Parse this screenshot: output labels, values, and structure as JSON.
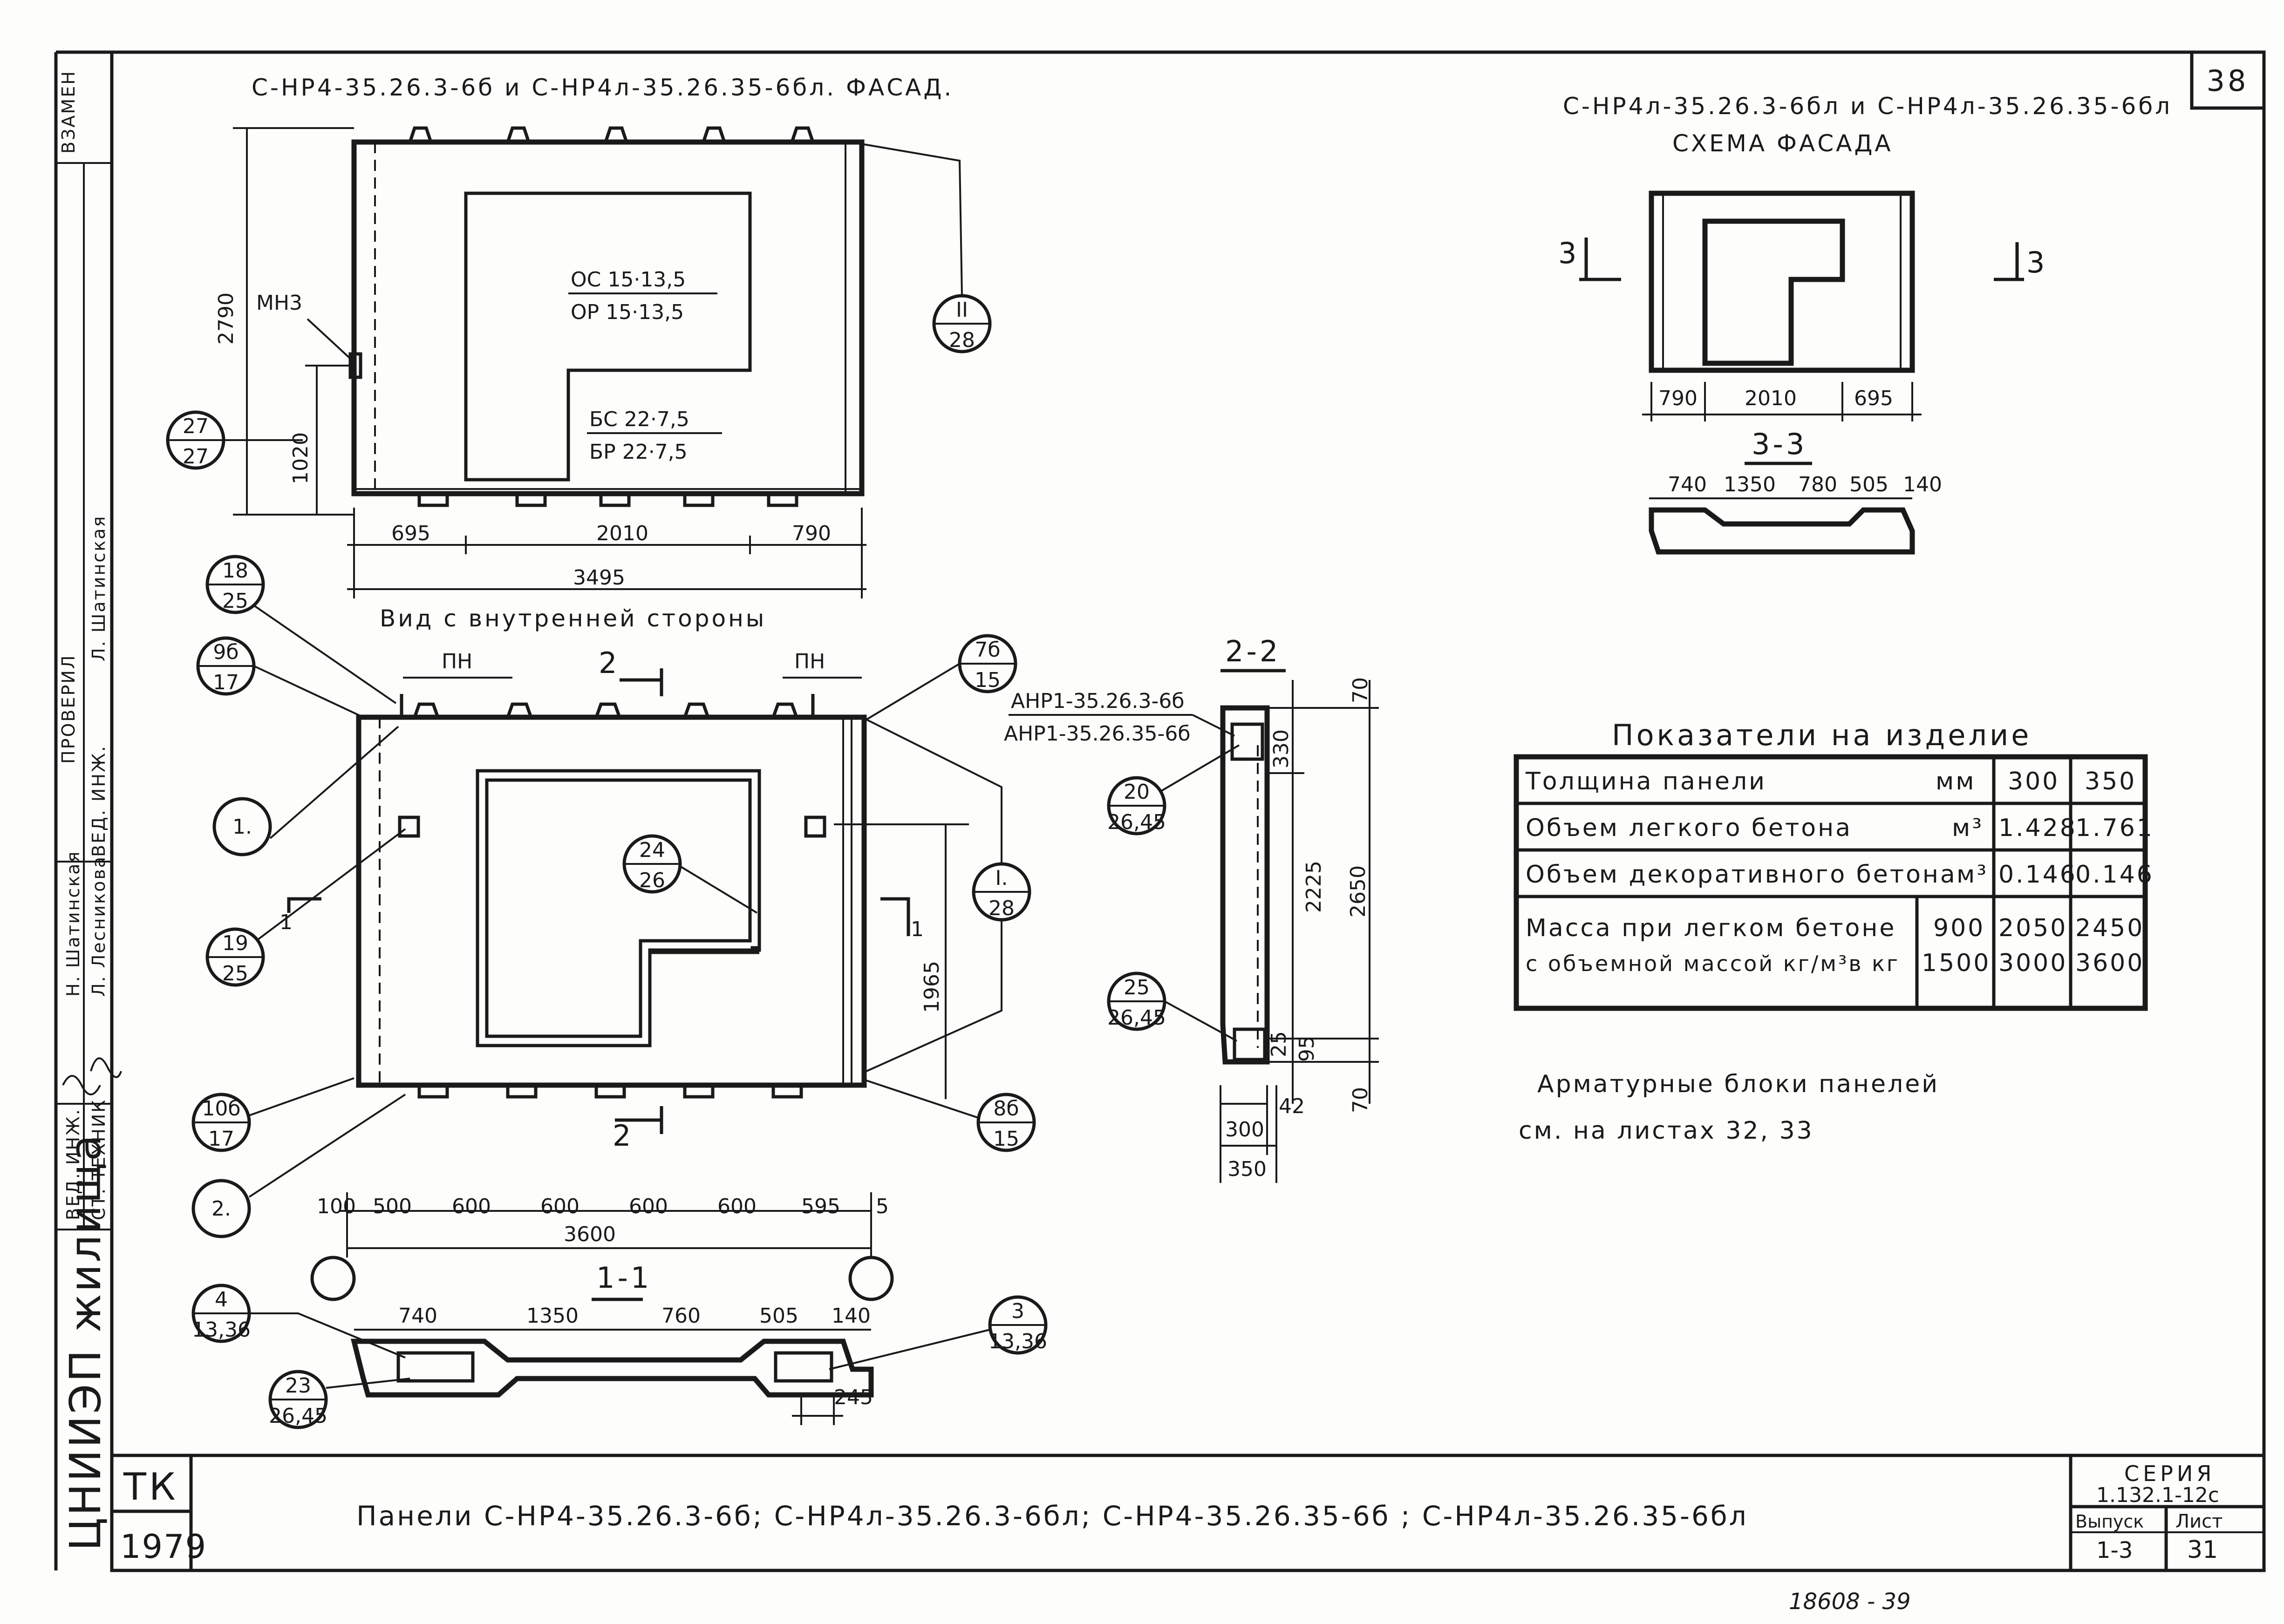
{
  "sheet_number": "38",
  "facade": {
    "title": "С-НР4-35.26.3-6б и С-НР4л-35.26.35-6бл. ФАСАД.",
    "window_os": "ОС 15·13,5",
    "window_or": "ОР 15·13,5",
    "door_bs": "БС 22·7,5",
    "door_br": "БР 22·7,5",
    "mn_label": "МН3",
    "dim_height": "2790",
    "dim_1020": "1020",
    "dims_bottom": [
      "695",
      "2010",
      "790"
    ],
    "dim_total": "3495",
    "callout_27": [
      "27",
      "27"
    ],
    "callout_ii": [
      "II",
      "28"
    ]
  },
  "inner_view": {
    "title": "Вид с внутренней стороны",
    "pn_left": "ПН",
    "pn_right": "ПН",
    "section_mark_2": "2",
    "section_mark_1": "1",
    "dim_1965": "1965",
    "dims_bottom": [
      "100",
      "500",
      "600",
      "600",
      "600",
      "600",
      "595",
      "5"
    ],
    "dim_total": "3600",
    "anr_1": "АНР1-35.26.3-6б",
    "anr_2": "АНР1-35.26.35-6б",
    "callouts": [
      [
        "18",
        "25"
      ],
      [
        "9б",
        "17"
      ],
      [
        "1.",
        ""
      ],
      [
        "19",
        "25"
      ],
      [
        "10б",
        "17"
      ],
      [
        "2.",
        ""
      ],
      [
        "7б",
        "15"
      ],
      [
        "I.",
        "28"
      ],
      [
        "8б",
        "15"
      ],
      [
        "24",
        "26"
      ]
    ]
  },
  "section_11": {
    "title": "1-1",
    "dims": [
      "740",
      "1350",
      "760",
      "505",
      "140"
    ],
    "dim_245": "245",
    "callouts": [
      [
        "4",
        "13,36"
      ],
      [
        "3",
        "13,36"
      ],
      [
        "23",
        "26,45"
      ]
    ]
  },
  "section_22": {
    "title": "2-2",
    "dims_vert": [
      "70",
      "330",
      "2225",
      "2650",
      "25",
      "95",
      "70"
    ],
    "dim_42": "42",
    "dims_bottom": [
      "300",
      "350"
    ],
    "callouts": [
      [
        "20",
        "26,45"
      ],
      [
        "25",
        "26,45"
      ]
    ]
  },
  "scheme": {
    "title_line1": "С-НР4л-35.26.3-6бл и С-НР4л-35.26.35-6бл",
    "title_line2": "СХЕМА ФАСАДА",
    "section_mark": "3",
    "dims": [
      "790",
      "2010",
      "695"
    ],
    "section_title": "3-3",
    "section_dims": [
      "740",
      "1350",
      "780",
      "505",
      "140"
    ]
  },
  "table": {
    "title": "Показатели на изделие",
    "rows": [
      {
        "label": "Толщина панели",
        "unit": "мм",
        "sub": "",
        "v1": "300",
        "v2": "350"
      },
      {
        "label": "Объем легкого бетона",
        "unit": "м³",
        "sub": "",
        "v1": "1.428",
        "v2": "1.761"
      },
      {
        "label": "Объем декоративного бетона",
        "unit": "м³",
        "sub": "",
        "v1": "0.146",
        "v2": "0.146"
      }
    ],
    "mass_label_1": "Масса при легком бетоне",
    "mass_label_2": "с объемной массой кг/м³в кг",
    "mass_rows": [
      {
        "density": "900",
        "v1": "2050",
        "v2": "2450"
      },
      {
        "density": "1500",
        "v1": "3000",
        "v2": "3600"
      }
    ]
  },
  "note_1": "Арматурные блоки панелей",
  "note_2": "см. на листах 32, 33",
  "title_block": {
    "org": "ЦНИИЭП жилища",
    "tk": "ТК",
    "year": "1979",
    "title": "Панели С-НР4-35.26.3-6б; С-НР4л-35.26.3-6бл; С-НР4-35.26.35-6б ; С-НР4л-35.26.35-6бл",
    "series_label": "СЕРИЯ",
    "series_value": "1.132.1-12с",
    "issue_label": "Выпуск",
    "issue_value": "1-3",
    "sheet_label": "Лист",
    "sheet_value": "31"
  },
  "side_stamp": {
    "vzamen": "ВЗАМЕН",
    "proveril": "ПРОВЕРИЛ",
    "role_1": "ВЕД. ИНЖ.",
    "role_2": "СТ. ТЕХНИК",
    "name_1": "Н. Шатинская",
    "name_2": "Л. Лесникова",
    "name_3": "ВЕД. ИНЖ.",
    "name_4": "Л. Шатинская"
  },
  "bottom_note": "18608 - 39"
}
